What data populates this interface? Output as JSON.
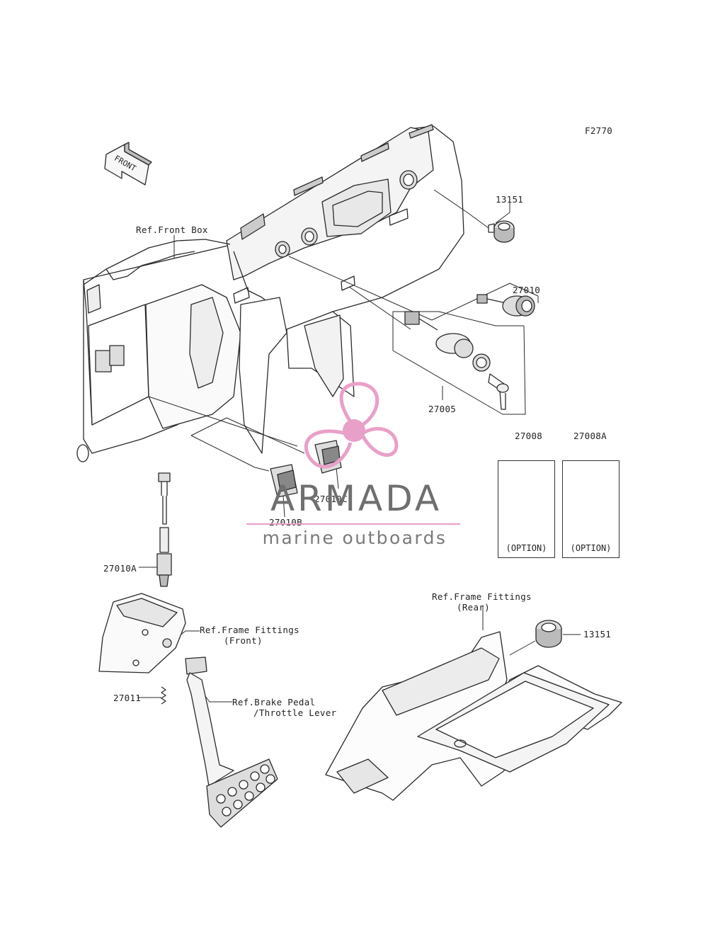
{
  "figure_code": "F2770",
  "direction_tag": "FRONT",
  "parts": {
    "p13151_top": "13151",
    "p27010": "27010",
    "p27005": "27005",
    "p27008": "27008",
    "p27008A": "27008A",
    "p27010C": "27010C",
    "p27010B": "27010B",
    "p27010A": "27010A",
    "p27011": "27011",
    "p13151_rear": "13151"
  },
  "refs": {
    "front_box": "Ref.Front Box",
    "frame_front_1": "Ref.Frame Fittings",
    "frame_front_2": "(Front)",
    "frame_rear_1": "Ref.Frame Fittings",
    "frame_rear_2": "(Rear)",
    "brake_1": "Ref.Brake Pedal",
    "brake_2": "/Throttle Lever"
  },
  "option_label": "(OPTION)",
  "watermark": {
    "name": "ARMADA",
    "tagline": "marine outboards",
    "accent_color": "#e9a0c8",
    "text_color": "#6f6f6f"
  },
  "colors": {
    "line": "#2a2a2a",
    "shade": "#d9d9d9",
    "background": "#ffffff"
  }
}
